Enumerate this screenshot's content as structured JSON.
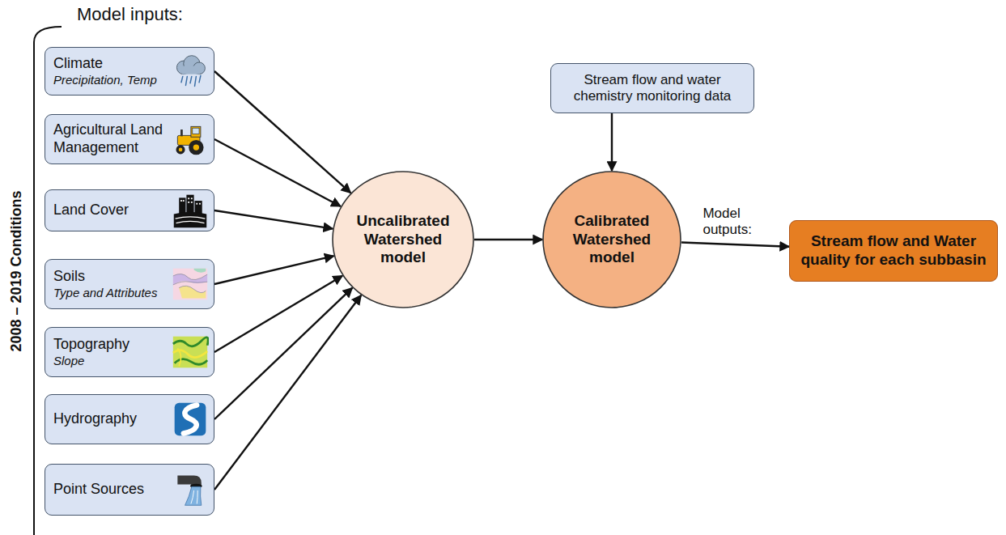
{
  "diagram": {
    "nodes": [
      {
        "text": [
          "Climate",
          "Precipitation, Temp"
        ]
      },
      {
        "text": [
          "Agricultural Land Management"
        ]
      },
      {
        "text": [
          "Land Cover"
        ]
      },
      {
        "text": [
          "Soils",
          "Type and Attributes"
        ]
      },
      {
        "text": [
          "Topography",
          "Slope"
        ]
      },
      {
        "text": [
          "Hydrography"
        ]
      },
      {
        "text": [
          "Point Sources"
        ]
      },
      {
        "text": [
          "Uncalibrated Watershed model"
        ]
      },
      {
        "text": [
          "Stream flow and water chemistry monitoring data"
        ]
      },
      {
        "text": [
          "Calibrated Watershed model"
        ]
      },
      {
        "text": [
          "Stream flow and Water quality for each subbasin"
        ]
      }
    ],
    "edges": [
      {
        "from": 0,
        "to": 7,
        "arrow": "to"
      },
      {
        "from": 1,
        "to": 7,
        "arrow": "to"
      },
      {
        "from": 2,
        "to": 7,
        "arrow": "to"
      },
      {
        "from": 3,
        "to": 7,
        "arrow": "to"
      },
      {
        "from": 4,
        "to": 7,
        "arrow": "to"
      },
      {
        "from": 5,
        "to": 7,
        "arrow": "to"
      },
      {
        "from": 6,
        "to": 7,
        "arrow": "to"
      },
      {
        "from": 7,
        "to": 9,
        "arrow": "to"
      },
      {
        "from": 8,
        "to": 9,
        "arrow": "to"
      },
      {
        "from": 9,
        "to": 10,
        "label": "Model outputs:",
        "arrow": "to"
      }
    ],
    "labels": [
      "Model inputs:",
      "2008 – 2019 Conditions"
    ]
  }
}
